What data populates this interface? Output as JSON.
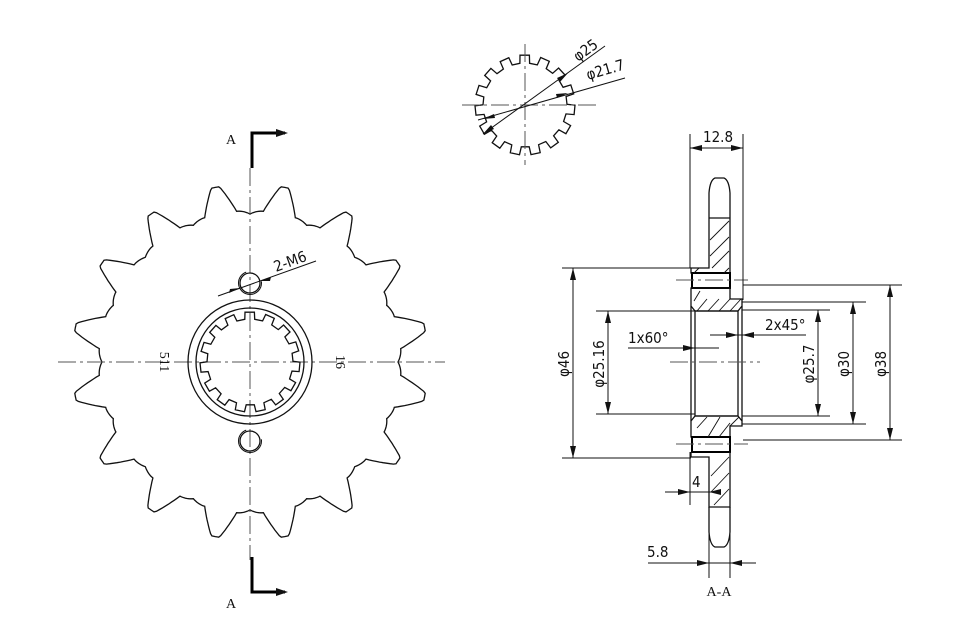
{
  "drawing": {
    "title": "Front sprocket technical drawing",
    "main_view": {
      "teeth": 16,
      "bolt_hole_label": "2-M6",
      "left_axis_label": "511",
      "right_axis_label": "16",
      "section_mark_top": "A",
      "section_mark_bottom": "A"
    },
    "spline_detail": {
      "outer_diameter": "φ25",
      "inner_diameter": "φ21.7",
      "spline_teeth": 15
    },
    "section_view": {
      "title": "A-A",
      "width_total": "12.8",
      "tooth_width": "5.8",
      "hub_offset": "4",
      "chamfer_left": "1x60°",
      "chamfer_right": "2x45°",
      "dims_left": [
        "φ46",
        "φ25.16"
      ],
      "dims_right": [
        "φ25.7",
        "φ30",
        "φ38"
      ]
    }
  }
}
